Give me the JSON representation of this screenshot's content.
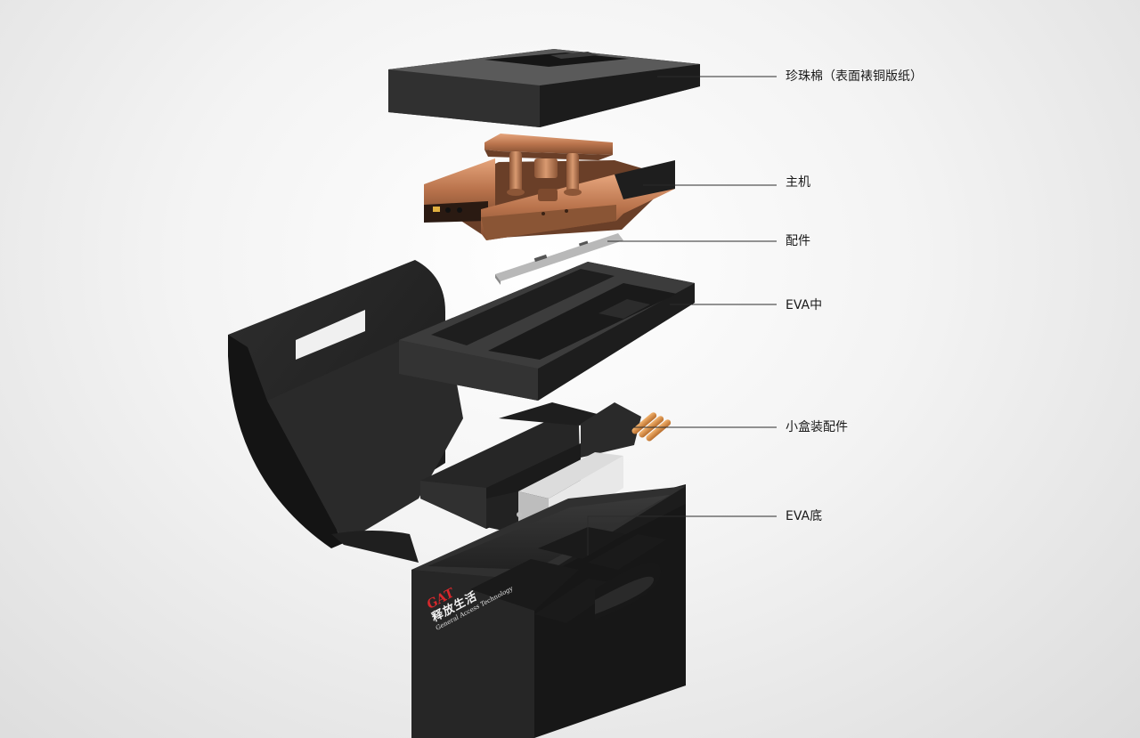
{
  "brand": {
    "logo_text": "GAT",
    "chinese_name": "释放生活",
    "english_name": "General Access Technology"
  },
  "callouts": [
    {
      "id": "pearl-cotton-lid",
      "text": "珍珠棉（表面裱铜版纸）"
    },
    {
      "id": "main-unit",
      "text": "主机"
    },
    {
      "id": "accessory",
      "text": "配件"
    },
    {
      "id": "eva-middle",
      "text": "EVA中"
    },
    {
      "id": "small-box-accessories",
      "text": "小盒装配件"
    },
    {
      "id": "eva-bottom",
      "text": "EVA底"
    }
  ],
  "colors": {
    "box_black": "#1c1c1c",
    "box_face": "#262626",
    "copper": "#b9734c",
    "logo_red": "#d8282c"
  }
}
